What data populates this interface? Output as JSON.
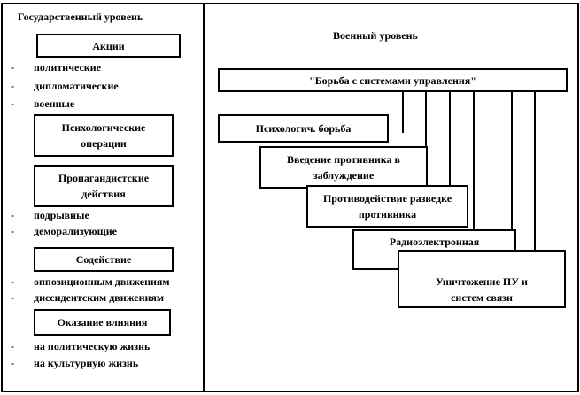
{
  "left": {
    "title": "Государственный уровень",
    "groups": [
      {
        "box": "Акции",
        "items": [
          "политические",
          "дипломатические",
          "военные"
        ]
      },
      {
        "box": "Психологические операции",
        "items": []
      },
      {
        "box": "Пропагандистские действия",
        "items": [
          "подрывные",
          "деморализующие"
        ]
      },
      {
        "box": "Содействие",
        "items": [
          "оппозиционным движениям",
          "диссидентским движениям"
        ]
      },
      {
        "box": "Оказание влияния",
        "items": [
          "на политическую жизнь",
          "на культурную жизнь"
        ]
      }
    ],
    "bullet": "-"
  },
  "right": {
    "title": "Военный уровень",
    "top_box": "\"Борьба с системами управления\"",
    "steps": [
      "Психологич. борьба",
      "Введение противника в заблуждение",
      "Противодействие разведке противника",
      "Радиоэлектронная борьба",
      "Уничтожение ПУ и систем связи"
    ]
  }
}
